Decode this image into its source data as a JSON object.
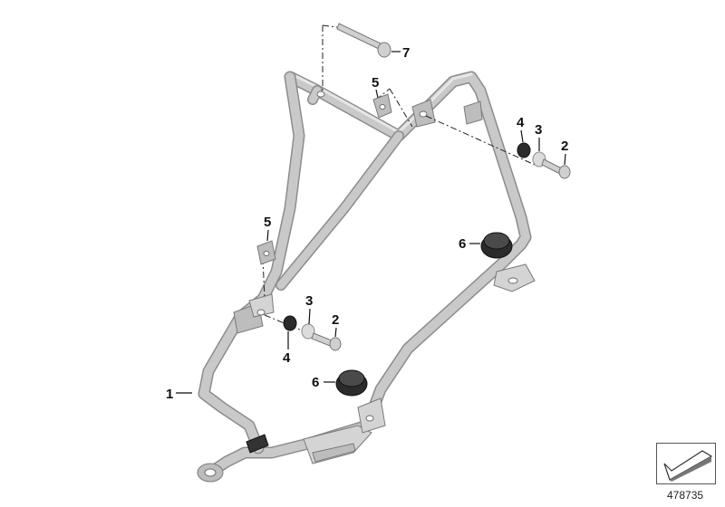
{
  "callouts": {
    "frame": "1",
    "bolt_lower": "2",
    "bolt_upper": "2",
    "washer_lower": "3",
    "washer_upper": "3",
    "bushing_lower": "4",
    "bushing_upper": "4",
    "clip_upper": "5",
    "clip_lower": "5",
    "grommet_upper": "6",
    "grommet_lower": "6",
    "bolt_top": "7"
  },
  "reference": {
    "number": "478735",
    "icon": "arrow-pointer-icon"
  },
  "colors": {
    "tube": "#c9c9c9",
    "tube_edge": "#8c8c8c",
    "rubber": "#2b2b2b",
    "text": "#111111"
  }
}
